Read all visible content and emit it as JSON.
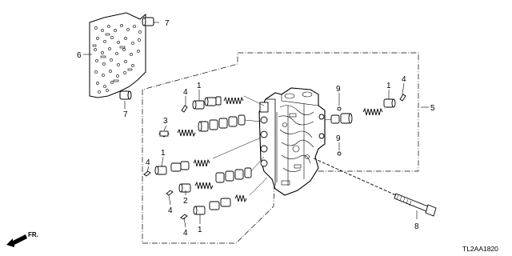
{
  "diagram": {
    "code": "TL2AA1820",
    "direction_label": "FR.",
    "callouts": {
      "c1a": "1",
      "c1b": "1",
      "c1c": "1",
      "c1d": "1",
      "c2": "2",
      "c3": "3",
      "c4a": "4",
      "c4b": "4",
      "c4c": "4",
      "c4d": "4",
      "c4e": "4",
      "c5": "5",
      "c6": "6",
      "c7a": "7",
      "c7b": "7",
      "c8": "8",
      "c9a": "9",
      "c9b": "9"
    }
  }
}
